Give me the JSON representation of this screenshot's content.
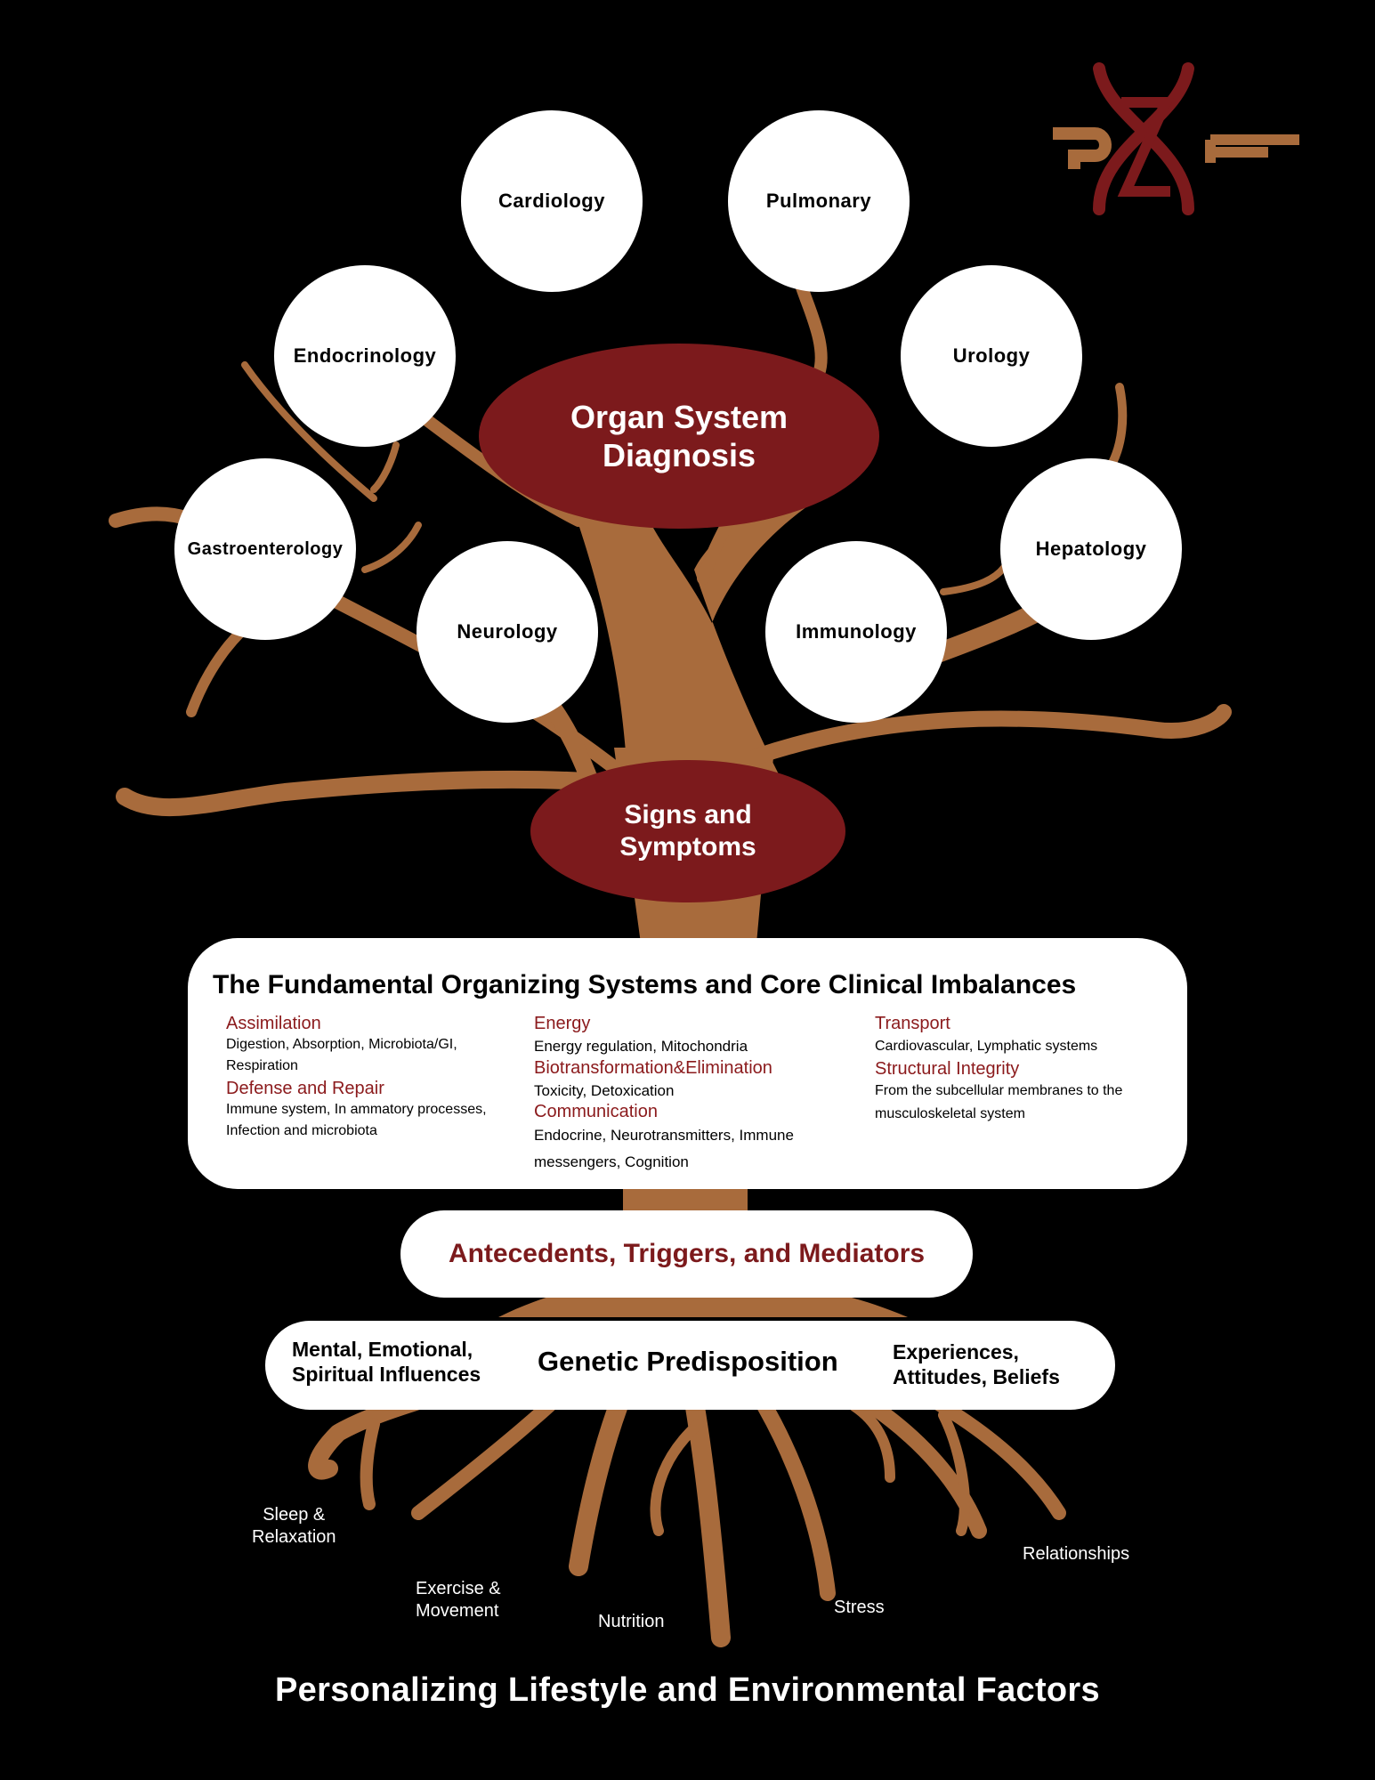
{
  "logo": {
    "letters": "PZF",
    "colors": {
      "copper": "#a86b3c",
      "maroon": "#7c1a1c"
    }
  },
  "colors": {
    "trunk": "#a86b3c",
    "accent_red": "#7c1a1c",
    "background": "#000000"
  },
  "specialties": [
    "Cardiology",
    "Pulmonary",
    "Endocrinology",
    "Urology",
    "Gastroenterology",
    "Hepatology",
    "Neurology",
    "Immunology"
  ],
  "organ_system": {
    "line1": "Organ System",
    "line2": "Diagnosis"
  },
  "signs": {
    "line1": "Signs and",
    "line2": "Symptoms"
  },
  "fundamental": {
    "title": "The Fundamental Organizing Systems and Core Clinical Imbalances",
    "col1": [
      {
        "title": "Assimilation",
        "body": "Digestion,  Absorption,  Microbiota/GI, Respiration"
      },
      {
        "title": "Defense and Repair",
        "body": "Immune system, In ammatory processes, Infection and microbiota"
      }
    ],
    "col2": [
      {
        "title": "Energy",
        "body": "Energy regulation, Mitochondria"
      },
      {
        "title": "Biotransformation&Elimination",
        "body": "Toxicity, Detoxication"
      },
      {
        "title": "Communication",
        "body": "Endocrine, Neurotransmitters, Immune messengers, Cognition"
      }
    ],
    "col3": [
      {
        "title": "Transport",
        "body": "Cardiovascular, Lymphatic systems"
      },
      {
        "title": "Structural Integrity",
        "body": "From the subcellular membranes to the musculoskeletal system"
      }
    ]
  },
  "antecedents": "Antecedents, Triggers, and Mediators",
  "genetic": {
    "left": "Mental,   Emotional, Spiritual Influences",
    "center": "Genetic Predisposition",
    "right": "Experiences, Attitudes, Beliefs"
  },
  "roots": {
    "sleep": "Sleep &\nRelaxation",
    "exercise": "Exercise  &\nMovement",
    "nutrition": "Nutrition",
    "stress": "Stress",
    "relationships": "Relationships"
  },
  "footer": "Personalizing Lifestyle and Environmental Factors"
}
